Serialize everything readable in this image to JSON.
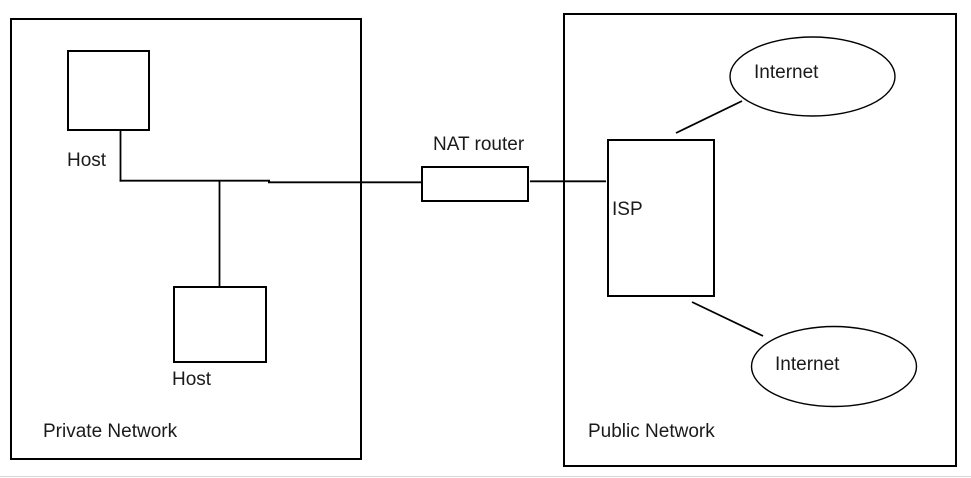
{
  "diagram": {
    "type": "network-topology",
    "private_network": {
      "label": "Private Network",
      "hosts": [
        {
          "label": "Host"
        },
        {
          "label": "Host"
        }
      ]
    },
    "nat_router": {
      "label": "NAT router"
    },
    "public_network": {
      "label": "Public Network",
      "isp": {
        "label": "ISP"
      },
      "internet_nodes": [
        {
          "label": "Internet"
        },
        {
          "label": "Internet"
        }
      ]
    },
    "colors": {
      "stroke": "#000000",
      "background": "#ffffff",
      "text": "#1a1a1a"
    }
  }
}
